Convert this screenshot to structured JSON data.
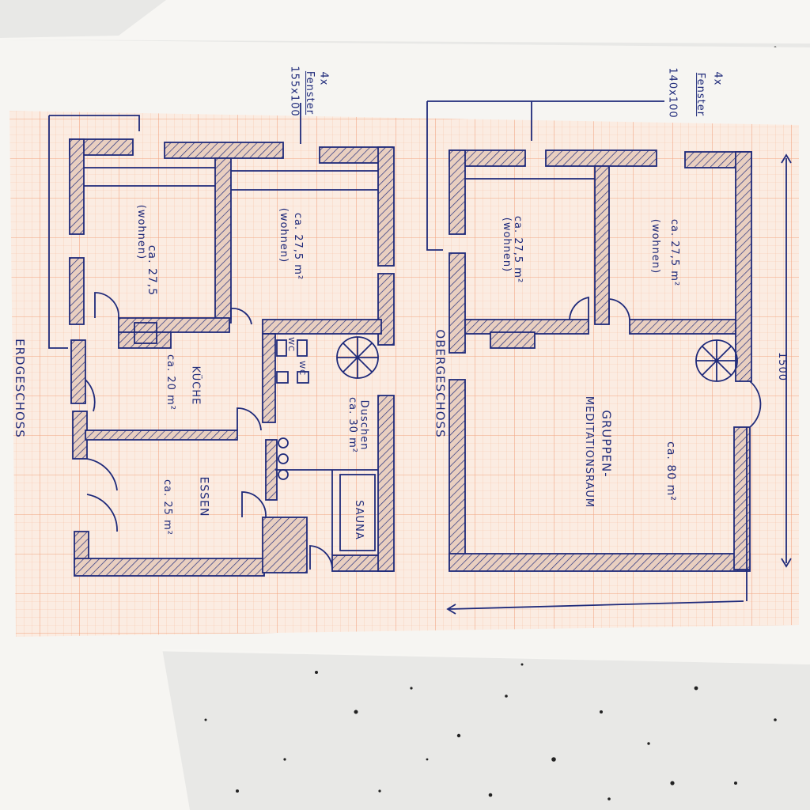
{
  "ground_floor": {
    "title": "ERDGESCHOSS",
    "window_note": {
      "count": "4x",
      "word": "Fenster",
      "size": "155x100"
    },
    "rooms": {
      "room_left": {
        "area": "ca. 27,5",
        "use": "(wohnen)"
      },
      "room_right": {
        "area": "ca. 27,5 m²",
        "use": "(wohnen)"
      },
      "kitchen": {
        "name": "KÜCHE",
        "area": "ca. 20 m²"
      },
      "dining": {
        "name": "ESSEN",
        "area": "ca. 25 m²"
      },
      "wc1": "WC",
      "wc2": "WC",
      "showers": {
        "name": "Duschen",
        "area": "ca. 30 m²"
      },
      "sauna": "SAUNA"
    }
  },
  "upper_floor": {
    "title": "OBERGESCHOSS",
    "window_note": {
      "count": "4x",
      "word": "Fenster",
      "size": "140x100"
    },
    "rooms": {
      "room_left": {
        "area": "ca. 27,5 m²",
        "use": "(wohnen)"
      },
      "room_right": {
        "area": "ca. 27,5 m²",
        "use": "(wohnen)"
      },
      "group_room": {
        "name_line1": "GRUPPEN-",
        "name_line2": "MEDITATIONSRAUM",
        "area": "ca. 80 m²"
      }
    },
    "dimension": "1500"
  },
  "colors": {
    "ink": "#1f2a7a",
    "grid": "#f4a883",
    "paper": "#fbece2"
  }
}
